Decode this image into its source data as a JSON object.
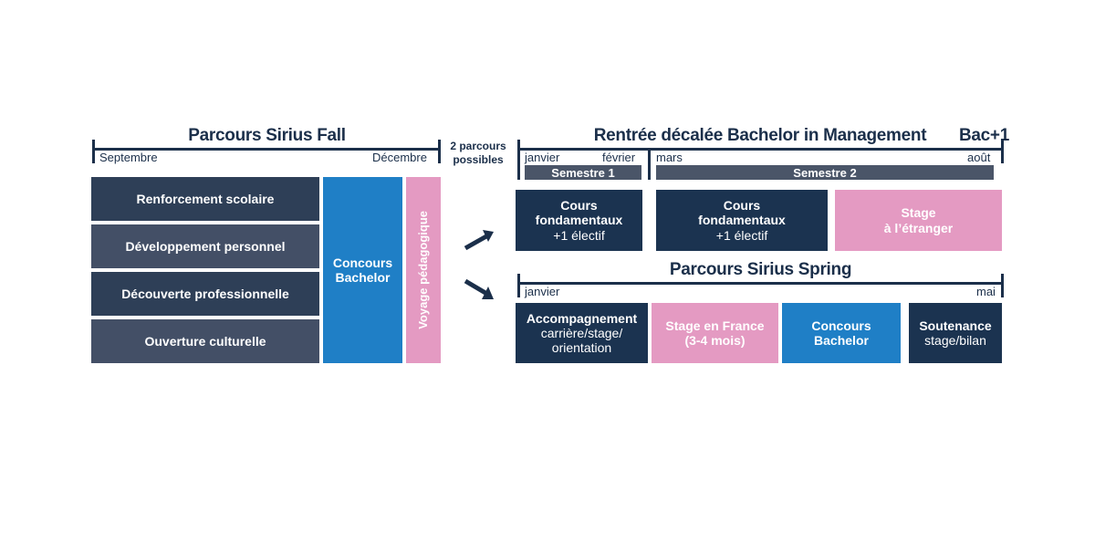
{
  "fall": {
    "title": "Parcours Sirius Fall",
    "start_month": "Septembre",
    "end_month": "Décembre",
    "modules": [
      "Renforcement scolaire",
      "Développement personnel",
      "Découverte professionnelle",
      "Ouverture culturelle"
    ],
    "concours": [
      "Concours",
      "Bachelor"
    ],
    "voyage": "Voyage pédagogique"
  },
  "middle": {
    "label_line1": "2 parcours",
    "label_line2": "possibles",
    "arrow_up": "arrow-up-right-icon",
    "arrow_down": "arrow-down-right-icon"
  },
  "bachelor": {
    "title": "Rentrée décalée Bachelor in Management",
    "level": "Bac+1",
    "sem1_start": "janvier",
    "sem1_end": "février",
    "sem1_label": "Semestre 1",
    "sem2_start": "mars",
    "sem2_end": "août",
    "sem2_label": "Semestre 2",
    "boxes": [
      {
        "line1": "Cours",
        "line2": "fondamentaux",
        "line3": "+1 électif"
      },
      {
        "line1": "Cours",
        "line2": "fondamentaux",
        "line3": "+1 électif"
      },
      {
        "line1": "Stage",
        "line2": "à l’étranger"
      }
    ]
  },
  "spring": {
    "title": "Parcours Sirius Spring",
    "start_month": "janvier",
    "end_month": "mai",
    "boxes": [
      {
        "line1": "Accompagnement",
        "line2": "carrière/stage/",
        "line3": "orientation"
      },
      {
        "line1": "Stage en France",
        "line2": "(3-4 mois)"
      },
      {
        "line1": "Concours",
        "line2": "Bachelor"
      },
      {
        "line1": "Soutenance",
        "line2": "stage/bilan"
      }
    ]
  },
  "colors": {
    "navy": "#1b3350",
    "slate": "#2e3f57",
    "blue": "#1f7fc6",
    "pink": "#e49ac2"
  }
}
